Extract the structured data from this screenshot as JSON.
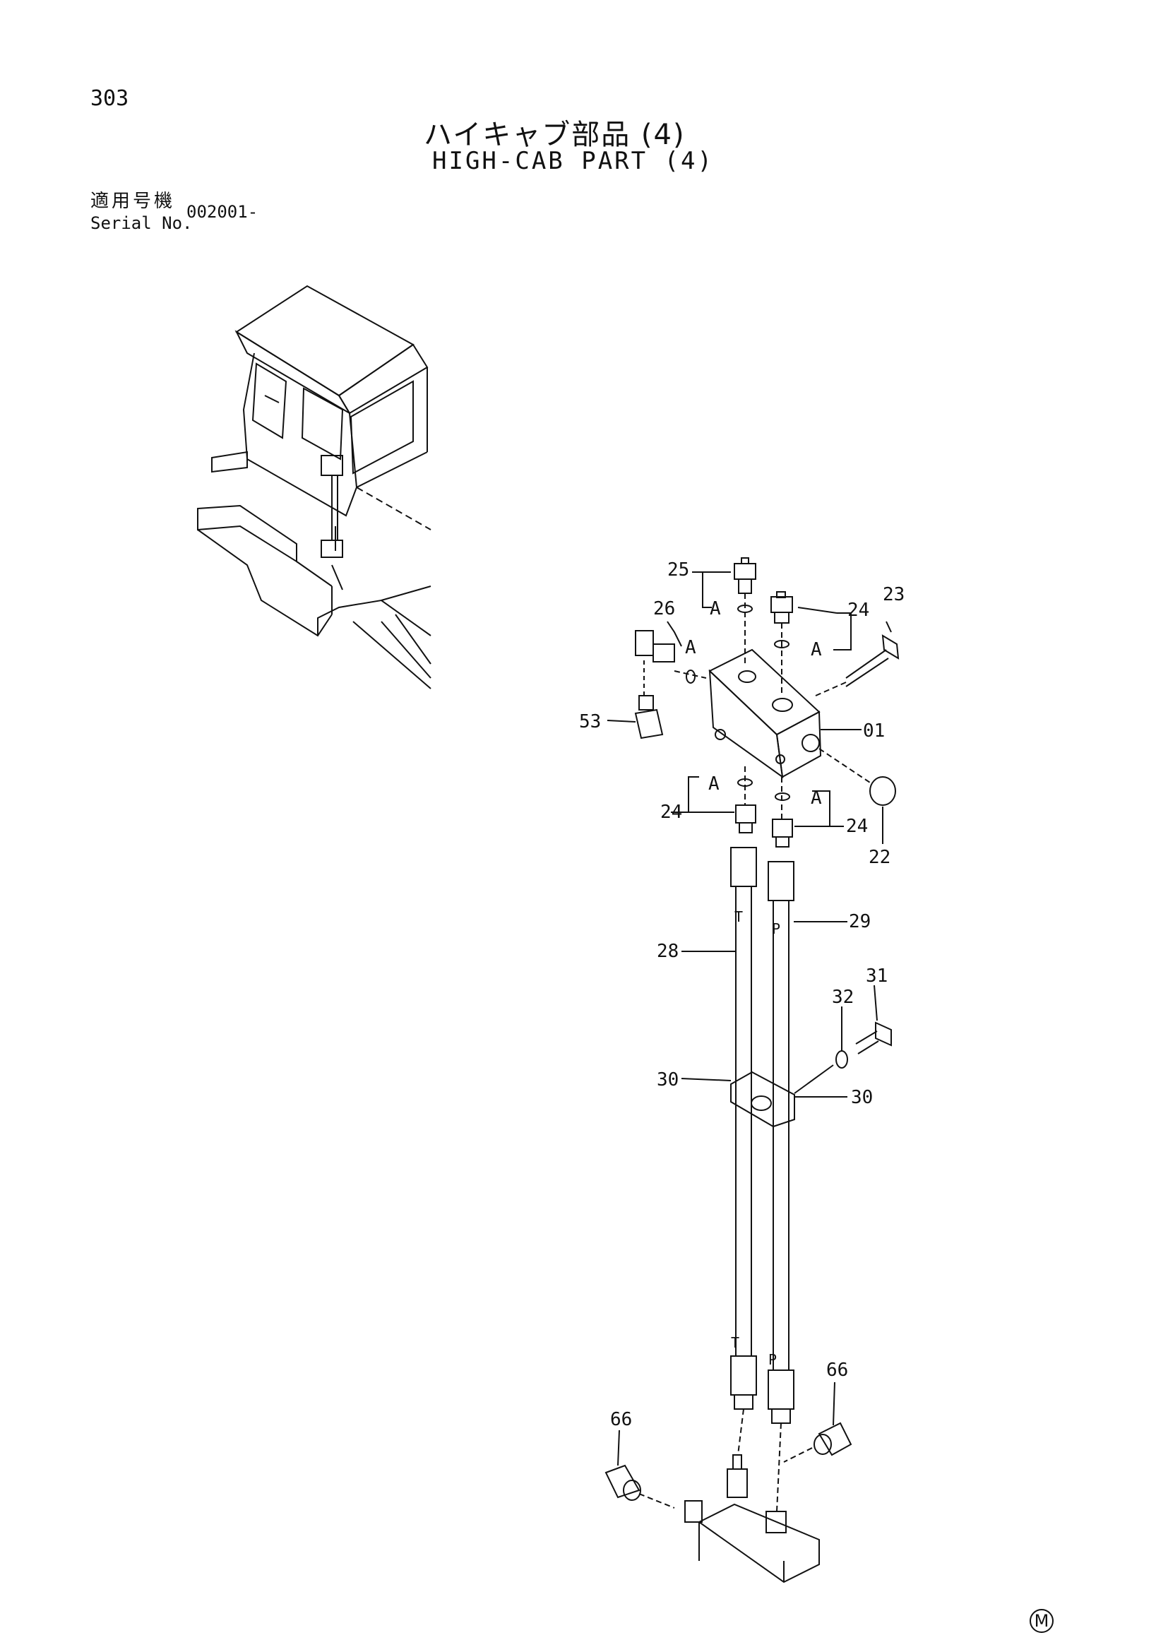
{
  "page_number": "303",
  "title_jp": "ハイキャブ部品 (4)",
  "title_en": "HIGH-CAB PART (4)",
  "serial": {
    "label_jp": "適用号機",
    "label_en": "Serial No.",
    "value": "002001-"
  },
  "callouts": {
    "c25": "25",
    "c26": "26",
    "c23": "23",
    "c24a": "24",
    "c24b": "24",
    "c24c": "24",
    "c53": "53",
    "c01": "01",
    "c22": "22",
    "c29": "29",
    "c28": "28",
    "c31": "31",
    "c32": "32",
    "c30a": "30",
    "c30b": "30",
    "c66a": "66",
    "c66b": "66",
    "aA1": "A",
    "aA2": "A",
    "aA3": "A",
    "aA4": "A",
    "aA5": "A",
    "tT1": "T",
    "tP1": "P",
    "tT2": "T",
    "tP2": "P"
  },
  "maker_mark": "M"
}
